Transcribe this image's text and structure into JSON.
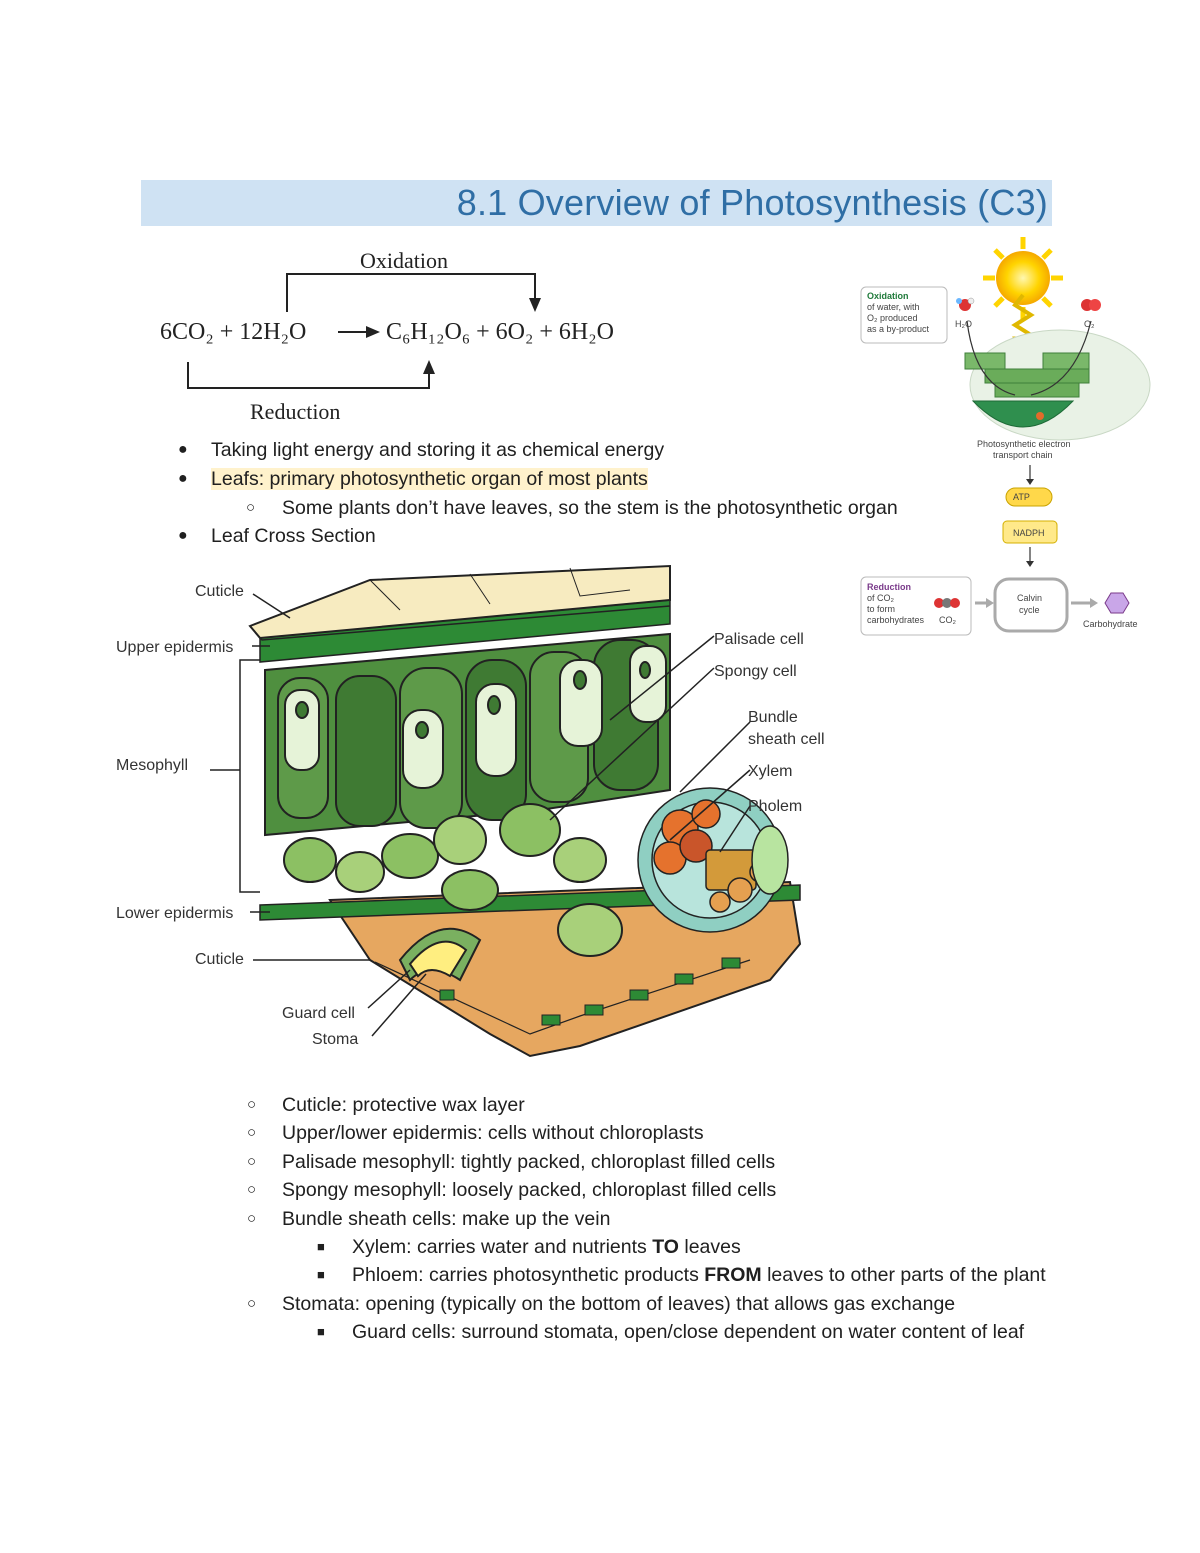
{
  "page": {
    "title": "8.1 Overview of Photosynthesis (C3)"
  },
  "equation": {
    "oxidation_label": "Oxidation",
    "reduction_label": "Reduction",
    "lhs": "6CO₂ + 12H₂O",
    "rhs": "C₆H₁₂O₆ + 6O₂ + 6H₂O"
  },
  "bullets": [
    {
      "level": 1,
      "text": "Taking light energy and storing it as chemical energy"
    },
    {
      "level": 1,
      "text": "Leafs: primary photosynthetic organ of most plants",
      "highlight": true
    },
    {
      "level": 2,
      "text": "Some plants don’t have leaves, so the stem is the photosynthetic organ"
    },
    {
      "level": 1,
      "text": "Leaf Cross Section"
    }
  ],
  "leaf_labels": {
    "cuticle_top": "Cuticle",
    "upper_epidermis": "Upper epidermis",
    "mesophyll": "Mesophyll",
    "lower_epidermis": "Lower epidermis",
    "cuticle_bottom": "Cuticle",
    "guard_cell": "Guard cell",
    "stoma": "Stoma",
    "palisade_cell": "Palisade cell",
    "spongy_cell": "Spongy cell",
    "bundle_sheath_1": "Bundle",
    "bundle_sheath_2": "sheath cell",
    "xylem": "Xylem",
    "phloem": "Pholem"
  },
  "photo_diagram": {
    "oxidation_title": "Oxidation",
    "oxidation_l1": "of water, with",
    "oxidation_l2": "O₂ produced",
    "oxidation_l3": "as a by-product",
    "h2o": "H₂O",
    "o2": "O₂",
    "etc_l1": "Photosynthetic electron",
    "etc_l2": "transport chain",
    "atp": "ATP",
    "nadph": "NADPH",
    "reduction_title": "Reduction",
    "reduction_l1": "of CO₂",
    "reduction_l2": "to form",
    "reduction_l3": "carbohydrates",
    "co2": "CO₂",
    "calvin_l1": "Calvin",
    "calvin_l2": "cycle",
    "carbohydrate": "Carbohydrate"
  },
  "details": {
    "cuticle": "Cuticle: protective wax layer",
    "epidermis": "Upper/lower epidermis: cells without chloroplasts",
    "palisade": "Palisade mesophyll: tightly packed, chloroplast filled cells",
    "spongy": "Spongy mesophyll: loosely packed, chloroplast filled cells",
    "bundle": "Bundle sheath cells: make up the vein",
    "xylem_pre": "Xylem: carries water and nutrients ",
    "xylem_bold": "TO",
    "xylem_post": " leaves",
    "phloem_pre": "Phloem: carries photosynthetic products ",
    "phloem_bold": "FROM",
    "phloem_post": " leaves to other parts of the plant",
    "stomata": "Stomata: opening (typically on the bottom of leaves) that allows gas exchange",
    "guard": "Guard cells: surround stomata, open/close dependent on water content of leaf"
  },
  "colors": {
    "title_bg": "#cfe2f3",
    "title_text": "#2f6ea5",
    "highlight": "#fff2cc"
  }
}
